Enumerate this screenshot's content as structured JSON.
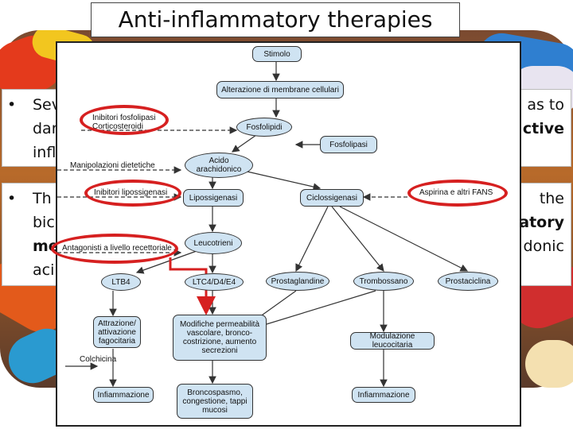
{
  "slide": {
    "title": "Anti-inflammatory therapies",
    "bullet1": {
      "marker": "•",
      "line1_left": "Sev",
      "line1_right": "as to",
      "line2_left": "dar",
      "line2_right": "ctive",
      "line3_left": "infl"
    },
    "bullet2": {
      "marker": "•",
      "line1_left": "Th",
      "line1_right": "the",
      "line2_left": "bic",
      "line2_right": "atory",
      "line3_left": "me",
      "line3_right": "donic",
      "line4_left": "aci"
    }
  },
  "diagram": {
    "nodes": {
      "stimolo": "Stimolo",
      "alterazione": "Alterazione di membrane cellulari",
      "fosfolipidi": "Fosfolipidi",
      "fosfolipasi": "Fosfolipasi",
      "acido": "Acido arachidonico",
      "lipossigenasi": "Lipossigenasi",
      "ciclossigenasi": "Ciclossigenasi",
      "leucotrieni": "Leucotrieni",
      "ltb4": "LTB4",
      "ltc4": "LTC4/D4/E4",
      "prostaglandine": "Prostaglandine",
      "trombossano": "Trombossano",
      "prostaciclina": "Prostaciclina",
      "attrazione": "Attrazione/ attivazione fagocitaria",
      "modifiche": "Modifiche permeabilità vascolare, bronco-costrizione, aumento secrezioni",
      "modulazione": "Modulazione leucocitaria",
      "infiammazione1": "Infiammazione",
      "broncospasmo": "Broncospasmo, congestione, tappi mucosi",
      "infiammazione2": "Infiammazione"
    },
    "labels": {
      "inibitori_fosfolipasi": "Inibitori fosfolipasi",
      "corticosteroidi": "Corticosteroidi",
      "manipolazioni": "Manipolazioni dietetiche",
      "inibitori_lipossigenasi": "Inibitori lipossigenasi",
      "aspirina": "Aspirina e altri FANS",
      "antagonisti": "Antagonisti a livello recettoriale",
      "colchicina": "Colchicina"
    },
    "highlight_color": "#d62020",
    "node_fill": "#cfe3f2"
  }
}
